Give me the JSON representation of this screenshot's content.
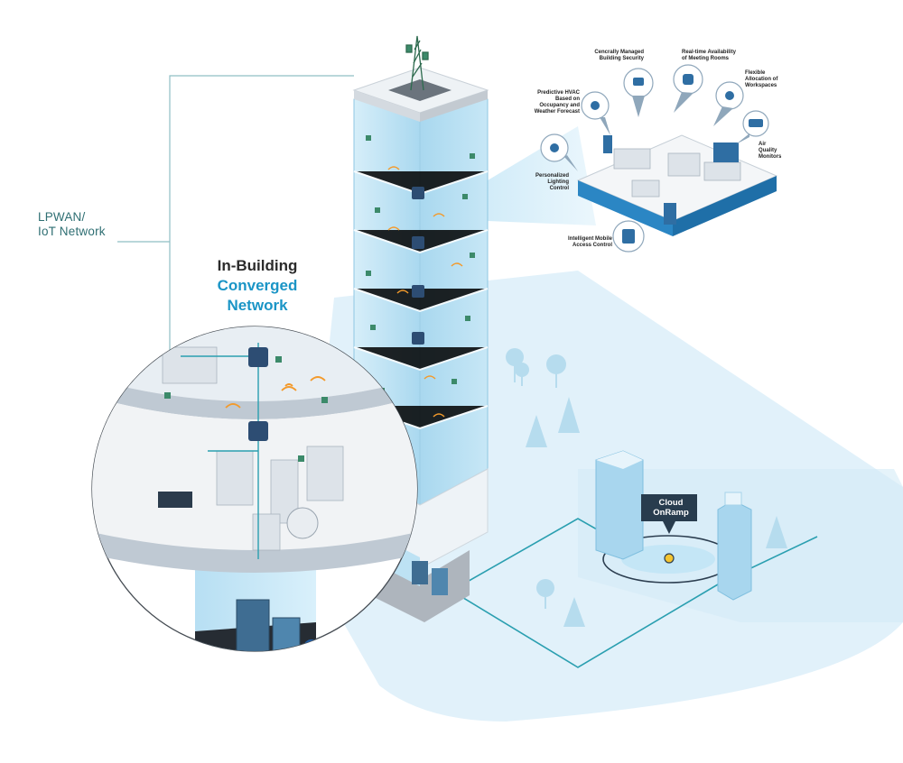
{
  "network_label": "LPWAN/\nIoT Network",
  "title": {
    "line1": "In-Building",
    "line2": "Converged",
    "line3": "Network"
  },
  "cloud": {
    "label": "Cloud\nOnRamp"
  },
  "features": [
    {
      "id": "security",
      "text": "Cencrally Managed\nBuilding Security"
    },
    {
      "id": "meeting",
      "text": "Real-time Availability\nof Meeting Rooms"
    },
    {
      "id": "workspaces",
      "text": "Flexible\nAllocation of\nWorkspaces"
    },
    {
      "id": "hvac",
      "text": "Predictive HVAC\nBased on\nOccupancy and\nWeather Forecast"
    },
    {
      "id": "air",
      "text": "Air\nQuality\nMonitors"
    },
    {
      "id": "lighting",
      "text": "Personalized\nLighting\nControl"
    },
    {
      "id": "access",
      "text": "Intelligent Mobile\nAccess Control"
    }
  ],
  "colors": {
    "teal": "#2a9fb0",
    "accent_blue": "#1b95c6",
    "ground": "#dff0f9",
    "glass": "#bfe3f4",
    "floor": "#e6ebf0",
    "server": "#3f6d92",
    "wifi": "#f39a2b",
    "node": "#3c8a6a"
  },
  "icons": [
    "antenna-tower-icon",
    "wifi-icon",
    "router-node-icon",
    "server-rack-icon",
    "lock-icon",
    "map-pin-icon",
    "tree-icon"
  ]
}
